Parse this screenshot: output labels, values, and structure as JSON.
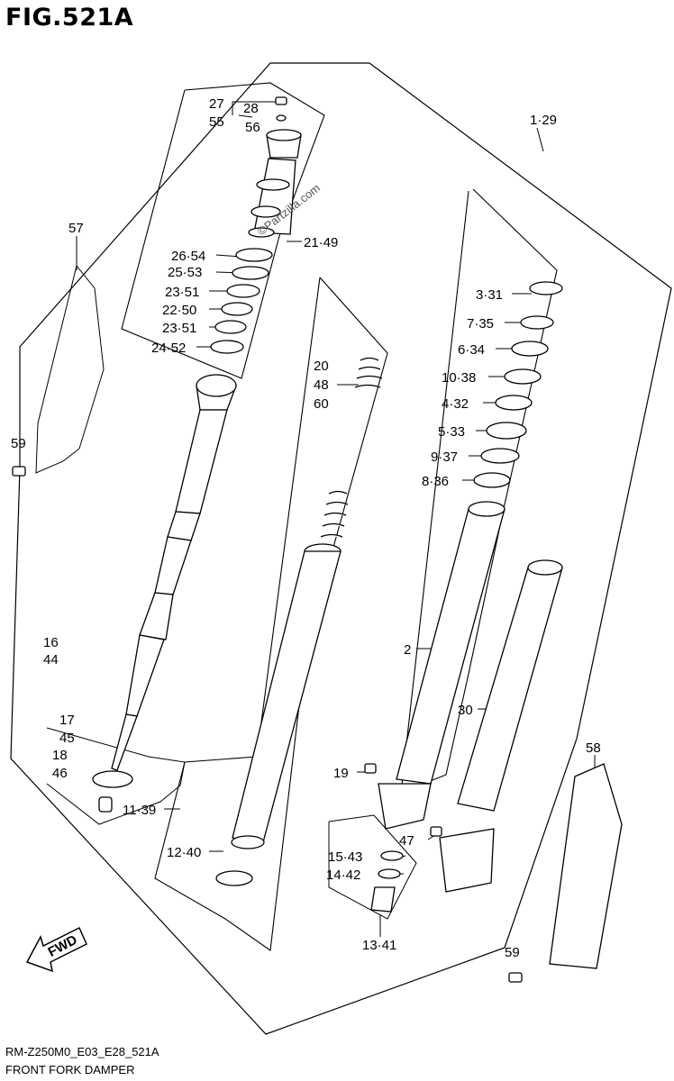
{
  "title": "FIG.521A",
  "watermark": "©Partzilla.com",
  "fwd_label": "FWD",
  "footer": {
    "code": "RM-Z250M0_E03_E28_521A",
    "caption": "FRONT FORK DAMPER"
  },
  "callouts": {
    "c_27": "27",
    "c_28": "28",
    "c_55": "55",
    "c_56": "56",
    "c_129": "1·29",
    "c_57": "57",
    "c_2149": "21·49",
    "c_2654": "26·54",
    "c_2553": "25·53",
    "c_2351a": "23·51",
    "c_2250": "22·50",
    "c_2351b": "23·51",
    "c_2452": "24·52",
    "c_331": "3·31",
    "c_735": "7·35",
    "c_634": "6·34",
    "c_1038": "10·38",
    "c_432": "4·32",
    "c_533": "5·33",
    "c_937": "9·37",
    "c_836": "8·36",
    "c_20": "20",
    "c_48": "48",
    "c_60": "60",
    "c_59a": "59",
    "c_16": "16",
    "c_44": "44",
    "c_2": "2",
    "c_30": "30",
    "c_17": "17",
    "c_45": "45",
    "c_18": "18",
    "c_46": "46",
    "c_19": "19",
    "c_58": "58",
    "c_1139": "11·39",
    "c_47": "47",
    "c_1543": "15·43",
    "c_1442": "14·42",
    "c_1240": "12·40",
    "c_1341": "13·41",
    "c_59b": "59"
  }
}
